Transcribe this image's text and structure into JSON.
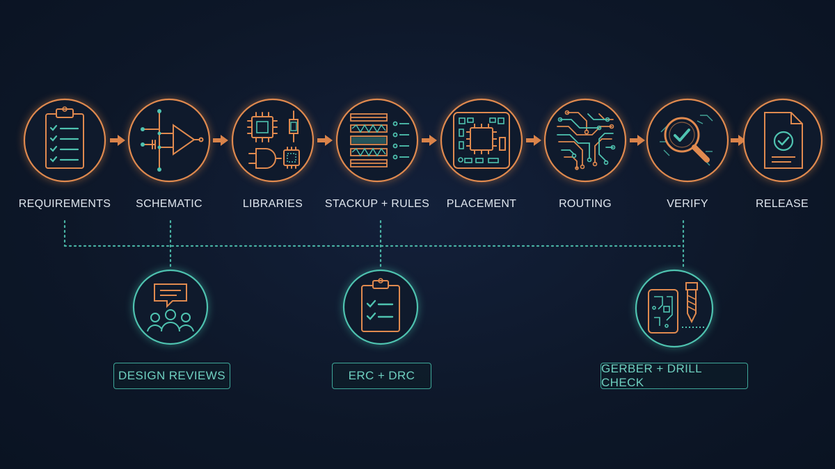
{
  "colors": {
    "background": "#0d1728",
    "orange": "#e08a4f",
    "teal": "#4fc3b0",
    "label": "#dfe6ee"
  },
  "stages": [
    {
      "label": "REQUIREMENTS",
      "icon": "clipboard-checklist-icon"
    },
    {
      "label": "SCHEMATIC",
      "icon": "schematic-amplifier-icon"
    },
    {
      "label": "LIBRARIES",
      "icon": "component-library-icon"
    },
    {
      "label": "STACKUP + RULES",
      "icon": "layer-stackup-icon"
    },
    {
      "label": "PLACEMENT",
      "icon": "board-placement-icon"
    },
    {
      "label": "ROUTING",
      "icon": "circuit-traces-icon"
    },
    {
      "label": "VERIFY",
      "icon": "magnifier-check-icon"
    },
    {
      "label": "RELEASE",
      "icon": "document-check-icon"
    }
  ],
  "checks": [
    {
      "label": "DESIGN REVIEWS",
      "icon": "team-discussion-icon"
    },
    {
      "label": "ERC + DRC",
      "icon": "checklist-clipboard-icon"
    },
    {
      "label": "GERBER + DRILL CHECK",
      "icon": "board-drill-icon"
    }
  ]
}
